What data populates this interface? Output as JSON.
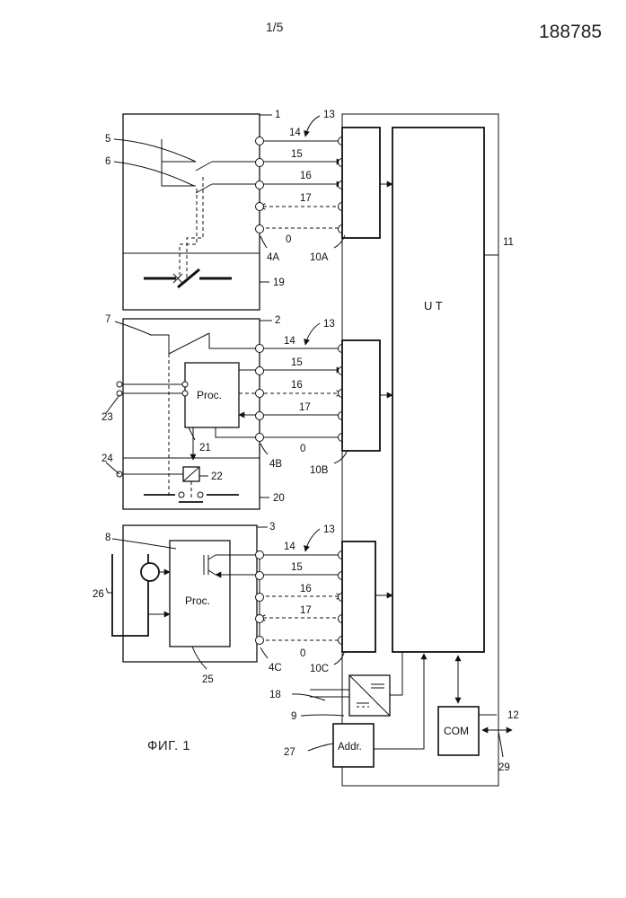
{
  "header": {
    "page": "1/5",
    "doc_number": "188785"
  },
  "caption": "ФИГ. 1",
  "blocks": {
    "ut": "U T",
    "proc_b": "Proc.",
    "proc_c": "Proc.",
    "com": "COM",
    "addr": "Addr."
  },
  "refs": {
    "r1": "1",
    "r2": "2",
    "r3": "3",
    "r5": "5",
    "r6": "6",
    "r7": "7",
    "r8": "8",
    "r9": "9",
    "r11": "11",
    "r12": "12",
    "r18": "18",
    "r19": "19",
    "r20": "20",
    "r21": "21",
    "r22": "22",
    "r23": "23",
    "r24": "24",
    "r25": "25",
    "r26": "26",
    "r27": "27",
    "r29": "29",
    "r4a": "4A",
    "r4b": "4B",
    "r4c": "4C",
    "r10a": "10A",
    "r10b": "10B",
    "r10c": "10C",
    "r13a": "13",
    "r13b": "13",
    "r13c": "13"
  },
  "line_labels": {
    "a": [
      "14",
      "15",
      "16",
      "17",
      "0"
    ],
    "b": [
      "14",
      "15",
      "16",
      "17",
      "0"
    ],
    "c": [
      "14",
      "15",
      "16",
      "17",
      "0"
    ]
  }
}
